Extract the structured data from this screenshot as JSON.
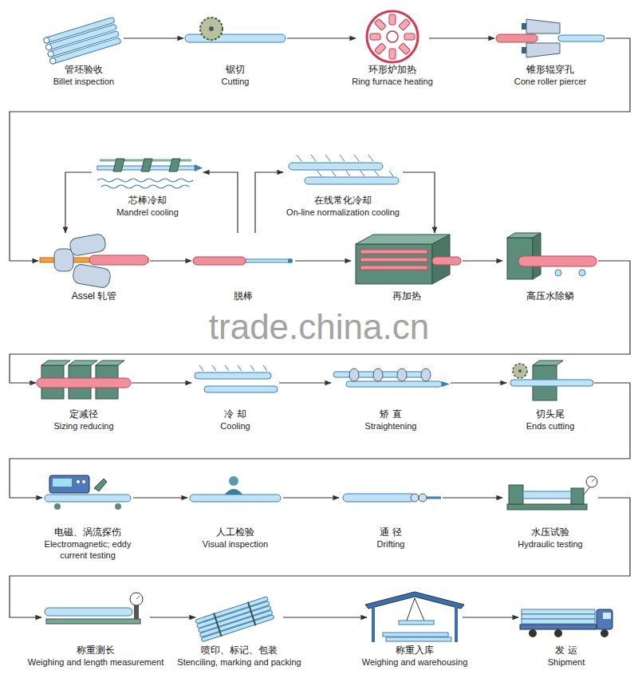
{
  "diagram": {
    "nodes": [
      {
        "text": [
          "管坯验收",
          "Billet inspection"
        ]
      },
      {
        "text": [
          "锯切",
          "Cutting"
        ]
      },
      {
        "text": [
          "环形炉加热",
          "Ring furnace heating"
        ]
      },
      {
        "text": [
          "锥形辊穿孔",
          "Cone roller piercer"
        ]
      },
      {
        "text": [
          "芯棒冷却",
          "Mandrel cooling"
        ]
      },
      {
        "text": [
          "在线常化冷却",
          "On-line normalization cooling"
        ]
      },
      {
        "text": [
          "Assel 轧管"
        ]
      },
      {
        "text": [
          "脱棒"
        ]
      },
      {
        "text": [
          "再加热"
        ]
      },
      {
        "text": [
          "高压水除鳞"
        ]
      },
      {
        "text": [
          "定减径",
          "Sizing reducing"
        ]
      },
      {
        "text": [
          "冷 却",
          "Cooling"
        ]
      },
      {
        "text": [
          "矫 直",
          "Straightening"
        ]
      },
      {
        "text": [
          "切头尾",
          "Ends cutting"
        ]
      },
      {
        "text": [
          "电磁、涡流探伤",
          "Electromagnetic; eddy current testing"
        ]
      },
      {
        "text": [
          "人工检验",
          "Visual inspection"
        ]
      },
      {
        "text": [
          "通 径",
          "Drifting"
        ]
      },
      {
        "text": [
          "水压试验",
          "Hydraulic testing"
        ]
      },
      {
        "text": [
          "称重测长",
          "Weighing and length measurement"
        ]
      },
      {
        "text": [
          "喷印、标记、包装",
          "Stenciling, marking and packing"
        ]
      },
      {
        "text": [
          "称重入库",
          "Weighing and warehousing"
        ]
      },
      {
        "text": [
          "发 运",
          "Shipment"
        ]
      }
    ],
    "edges": [
      {
        "from": 0,
        "to": 1,
        "arrow": "to"
      },
      {
        "from": 1,
        "to": 2,
        "arrow": "to"
      },
      {
        "from": 2,
        "to": 3,
        "arrow": "to"
      },
      {
        "from": 3,
        "to": 6,
        "arrow": "to"
      },
      {
        "from": 6,
        "to": 7,
        "arrow": "to"
      },
      {
        "from": 7,
        "to": 8,
        "arrow": "to"
      },
      {
        "from": 7,
        "to": 4,
        "arrow": "to"
      },
      {
        "from": 4,
        "to": 6,
        "arrow": "to"
      },
      {
        "from": 7,
        "to": 5,
        "arrow": "to"
      },
      {
        "from": 5,
        "to": 8,
        "arrow": "to"
      },
      {
        "from": 8,
        "to": 9,
        "arrow": "to"
      },
      {
        "from": 9,
        "to": 10,
        "arrow": "to"
      },
      {
        "from": 10,
        "to": 11,
        "arrow": "to"
      },
      {
        "from": 11,
        "to": 12,
        "arrow": "to"
      },
      {
        "from": 12,
        "to": 13,
        "arrow": "to"
      },
      {
        "from": 13,
        "to": 14,
        "arrow": "to"
      },
      {
        "from": 14,
        "to": 15,
        "arrow": "to"
      },
      {
        "from": 15,
        "to": 16,
        "arrow": "to"
      },
      {
        "from": 16,
        "to": 17,
        "arrow": "to"
      },
      {
        "from": 17,
        "to": 18,
        "arrow": "to"
      },
      {
        "from": 18,
        "to": 19,
        "arrow": "to"
      },
      {
        "from": 19,
        "to": 20,
        "arrow": "to"
      },
      {
        "from": 20,
        "to": 21,
        "arrow": "to"
      }
    ],
    "labels": [
      "trade.china.cn"
    ]
  }
}
